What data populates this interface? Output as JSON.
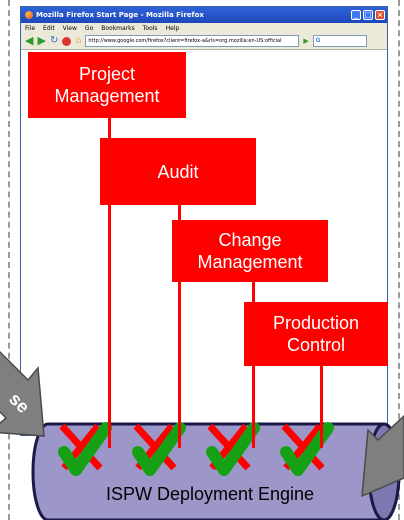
{
  "browser": {
    "title": "Mozilla Firefox Start Page - Mozilla Firefox",
    "menu": [
      "File",
      "Edit",
      "View",
      "Go",
      "Bookmarks",
      "Tools",
      "Help"
    ],
    "url": "http://www.google.com/firefox?client=firefox-a&rls=org.mozilla:en-US:official",
    "search_label": "G"
  },
  "boxes": {
    "project_management": "Project\nManagement",
    "audit": "Audit",
    "change_management": "Change\nManagement",
    "production_control": "Production\nControl"
  },
  "left_arrow_label": "se",
  "engine_label": "ISPW Deployment Engine",
  "colors": {
    "box": "#ff0000",
    "pipe": "#9d97c9",
    "check": "#16a016",
    "cross": "#ff0000",
    "arrow": "#7f7f7f"
  }
}
